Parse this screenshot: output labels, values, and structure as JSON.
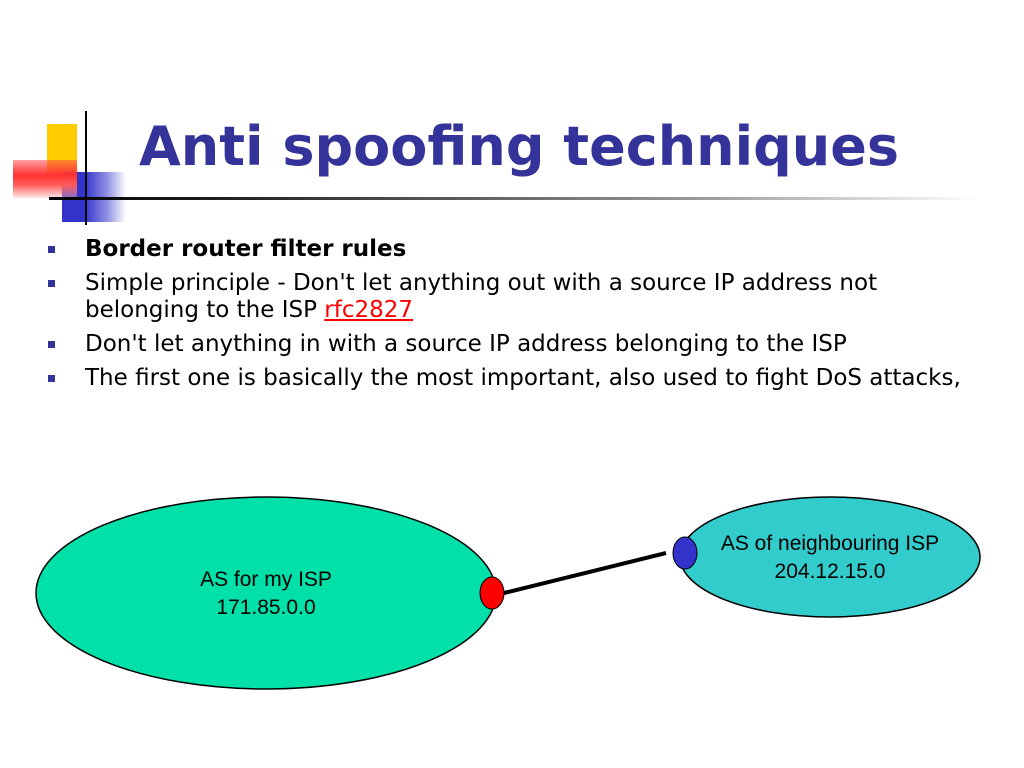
{
  "slide": {
    "title": "Anti spoofing techniques",
    "bullets": [
      {
        "text": "Border router filter rules"
      },
      {
        "text": "Simple principle - Don't let anything out with a source IP address not belonging to the ISP ",
        "link": "rfc2827"
      },
      {
        "text": "Don't let anything in with a source IP address belonging to the ISP"
      },
      {
        "text": "The first one is basically the most important, also used to fight DoS attacks,"
      }
    ]
  },
  "diagram": {
    "my_isp": {
      "line1": "AS for my ISP",
      "line2": "171.85.0.0",
      "fill": "#00e0a8"
    },
    "neighbour": {
      "line1": "AS of  neighbouring ISP",
      "line2": "204.12.15.0",
      "fill": "#33cccc"
    },
    "node_colors": {
      "my_isp": "#ff0000",
      "neighbour": "#3333cc"
    }
  },
  "colors": {
    "title": "#333399",
    "bullet": "#333399",
    "link": "#ff0000",
    "deco_yellow": "#ffcc00",
    "deco_blue": "#3333cc",
    "deco_red": "#ff3333"
  }
}
